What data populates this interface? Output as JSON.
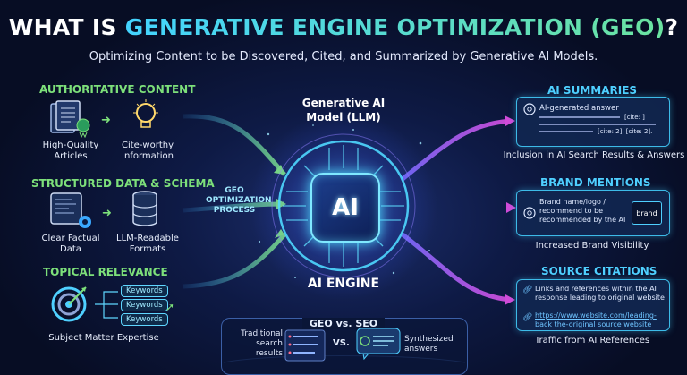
{
  "title": {
    "part1": "WHAT IS ",
    "part2": "GENERATIVE ENGINE OPTIMIZATION (GEO)",
    "part3": "?"
  },
  "subtitle": "Optimizing Content to be Discovered, Cited, and Summarized by Generative AI Models.",
  "left": {
    "authoritative": {
      "heading": "AUTHORITATIVE CONTENT",
      "item1": "High-Quality Articles",
      "item2": "Cite-worthy Information"
    },
    "structured": {
      "heading": "STRUCTURED DATA & SCHEMA",
      "item1": "Clear Factual Data",
      "item2": "LLM-Readable Formats"
    },
    "topical": {
      "heading": "TOPICAL RELEVANCE",
      "keywords": [
        "Keywords",
        "Keywords",
        "Keywords"
      ],
      "caption": "Subject Matter Expertise"
    }
  },
  "center": {
    "model_label": "Generative AI Model (LLM)",
    "chip_label": "AI",
    "engine_label": "AI ENGINE",
    "process_label": "GEO OPTIMIZATION PROCESS"
  },
  "geo_vs_seo": {
    "heading": "GEO vs. SEO",
    "left": "Traditional search results",
    "vs": "VS.",
    "right": "Synthesized answers"
  },
  "right": {
    "summaries": {
      "heading": "AI SUMMARIES",
      "panel_title": "AI-generated answer",
      "cite1": "[cite: ]",
      "cite2": "[cite: 2], [cite: 2].",
      "caption": "Inclusion in AI Search Results & Answers"
    },
    "brand": {
      "heading": "BRAND MENTIONS",
      "panel_text": "Brand name/logo / recommend to be recommended by the AI",
      "badge": "brand",
      "caption": "Increased Brand Visibility"
    },
    "citations": {
      "heading": "SOURCE CITATIONS",
      "panel_text": "Links and references within the AI response leading to original website",
      "url": "https://www.website.com/leading-back the-original source website",
      "caption": "Traffic from AI References"
    }
  },
  "colors": {
    "background": "#070d24",
    "green_accent": "#7de07a",
    "cyan_accent": "#4fd0ff",
    "magenta_accent": "#c04bd8"
  }
}
